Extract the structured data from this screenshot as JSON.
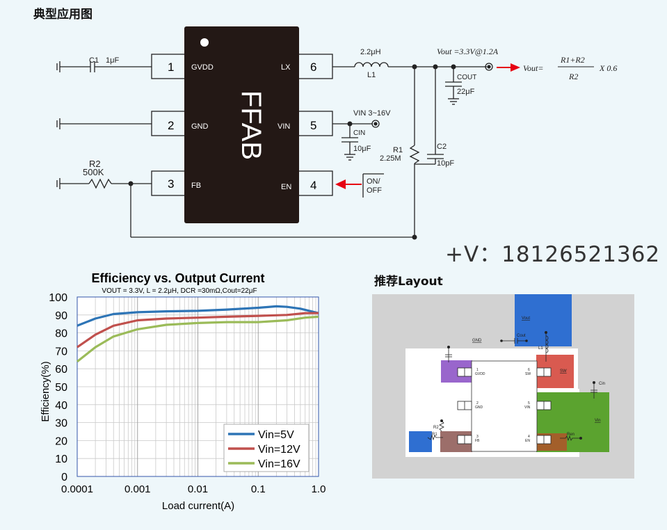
{
  "section_title": "典型应用图",
  "contact": "+V：18126521362",
  "schematic": {
    "chip_name": "FFAB",
    "pins": {
      "p1": {
        "num": "1",
        "name": "GVDD"
      },
      "p2": {
        "num": "2",
        "name": "GND"
      },
      "p3": {
        "num": "3",
        "name": "FB"
      },
      "p4": {
        "num": "4",
        "name": "EN"
      },
      "p5": {
        "num": "5",
        "name": "VIN"
      },
      "p6": {
        "num": "6",
        "name": "LX"
      }
    },
    "c1_label": "C1",
    "c1_value": "1μF",
    "r2_label": "R2",
    "r2_value": "500K",
    "l1_value": "2.2μH",
    "l1_label": "L1",
    "vout_label": "Vout =3.3V@1.2A",
    "cout_label": "COUT",
    "cout_value": "22μF",
    "formula_prefix": "Vout=",
    "formula_num": "R1+R2",
    "formula_den": "R2",
    "formula_suffix": "X 0.6",
    "vin_label": "VIN 3~16V",
    "cin_label": "CIN",
    "cin_value": "10μF",
    "r1_label": "R1",
    "r1_value": "2.25M",
    "c2_label": "C2",
    "c2_value": "10pF",
    "en_label_1": "ON/",
    "en_label_2": "OFF"
  },
  "layout": {
    "title": "推荐Layout",
    "labels": {
      "vout": "Vout",
      "gnd": "GND",
      "cout": "Cout",
      "l1": "L1",
      "sw": "SW",
      "cin": "Cin",
      "vin": "Vin",
      "r2": "R2",
      "r1": "R1",
      "ren": "Ren",
      "p1": "1\nGVDD",
      "p2": "2\nGND",
      "p3": "3\nFB",
      "p4": "4\nEN",
      "p5": "5\nVIN",
      "p6": "6\nSW"
    },
    "colors": {
      "vout": "#2f6fd1",
      "sw": "#d95a50",
      "vin": "#5ba32f",
      "gvdd": "#9966cc",
      "fb": "#9c6e6a",
      "en": "#a35f2a",
      "r1pad": "#2f6fd1"
    }
  },
  "chart_data": {
    "type": "line",
    "title": "Efficiency vs. Output Current",
    "subtitle": "VOUT = 3.3V, L = 2.2μH, DCR =30mΩ,Cout=22μF",
    "xlabel": "Load current(A)",
    "ylabel": "Efficiency(%)",
    "x_scale": "log",
    "xlim": [
      0.0001,
      1.0
    ],
    "ylim": [
      0,
      100
    ],
    "x_ticks": [
      "0.0001",
      "0.001",
      "0.01",
      "0.1",
      "1.0"
    ],
    "y_ticks": [
      "0",
      "10",
      "20",
      "30",
      "40",
      "50",
      "60",
      "70",
      "80",
      "90",
      "100"
    ],
    "legend_position": "bottom-right",
    "grid": true,
    "series": [
      {
        "name": "Vin=5V",
        "color": "#2e75b6",
        "x": [
          0.0001,
          0.0002,
          0.0004,
          0.001,
          0.003,
          0.01,
          0.03,
          0.1,
          0.2,
          0.3,
          0.5,
          1.0
        ],
        "y": [
          84,
          88,
          90.5,
          91.5,
          92,
          92.3,
          93,
          94,
          94.8,
          94.5,
          93.5,
          91
        ]
      },
      {
        "name": "Vin=12V",
        "color": "#c0504d",
        "x": [
          0.0001,
          0.0002,
          0.0004,
          0.001,
          0.003,
          0.01,
          0.03,
          0.1,
          0.3,
          0.6,
          1.0
        ],
        "y": [
          72,
          79,
          84,
          87,
          88,
          88.5,
          89,
          89.5,
          90,
          91,
          91
        ]
      },
      {
        "name": "Vin=16V",
        "color": "#9bbb59",
        "x": [
          0.0001,
          0.0002,
          0.0004,
          0.001,
          0.003,
          0.01,
          0.03,
          0.1,
          0.3,
          0.6,
          1.0
        ],
        "y": [
          64,
          72,
          78,
          82,
          84.5,
          85.5,
          86,
          86,
          87,
          88.5,
          89
        ]
      }
    ]
  }
}
